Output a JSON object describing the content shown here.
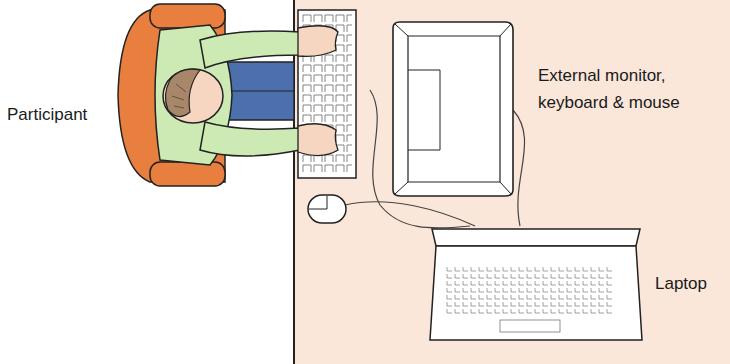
{
  "diagram": {
    "labels": [
      "Participant",
      "External monitor, keyboard & mouse",
      "Laptop"
    ]
  }
}
